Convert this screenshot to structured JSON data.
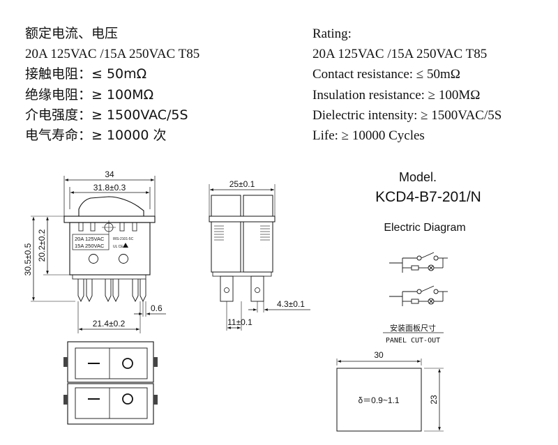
{
  "specs_cn": [
    "额定电流、电压",
    "20A 125VAC /15A 250VAC T85",
    "接触电阻：≤ 50mΩ",
    "绝缘电阻：≥ 100MΩ",
    "介电强度：≥ 1500VAC/5S",
    "电气寿命：≥ 10000 次"
  ],
  "specs_en": [
    "Rating:",
    "20A 125VAC /15A 250VAC T85",
    "Contact resistance: ≤ 50mΩ",
    "Insulation resistance: ≥ 100MΩ",
    "Dielectric intensity: ≥ 1500VAC/5S",
    "Life: ≥ 10000 Cycles"
  ],
  "front_view": {
    "dim_width": "34",
    "dim_inner_width": "31.8±0.3",
    "dim_height_total": "30.5±0.5",
    "dim_height_body": "20.2±0.2",
    "dim_pin_thickness": "0.6",
    "dim_pin_span": "21.4±0.2",
    "label_line1": "20A 125VAC",
    "label_line2": "15A 250VAC",
    "part_code": "IRS-2101-5C",
    "cert_marks": "UL CE"
  },
  "side_view": {
    "dim_width": "25±0.1",
    "dim_pin_offset": "4.3±0.1",
    "dim_pin_pitch": "11±0.1"
  },
  "model": {
    "title": "Model.",
    "number": "KCD4-B7-201/N",
    "diagram_title": "Electric Diagram"
  },
  "panel": {
    "title_cn": "安装面板尺寸",
    "title_en": "PANEL CUT-OUT",
    "width": "30",
    "height": "23",
    "thickness": "δ＝0.9~1.1"
  }
}
